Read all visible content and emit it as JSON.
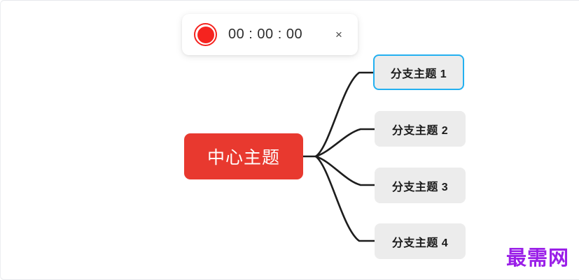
{
  "app": {
    "background_color": "#ffffff"
  },
  "recording_toolbar": {
    "record_icon": "record-circle-icon",
    "timer": "00 : 00 : 00",
    "close_label": "×",
    "close_icon": "close-icon",
    "record_color": "#f5231f",
    "panel_color": "#ffffff"
  },
  "mindmap": {
    "central": {
      "label": "中心主题",
      "color": "#e8392f",
      "text_color": "#ffffff"
    },
    "branches": [
      {
        "label": "分支主题 1",
        "selected": true,
        "color": "#ececec",
        "border_color": "#23b0f0"
      },
      {
        "label": "分支主题 2",
        "selected": false,
        "color": "#ececec",
        "border_color": "transparent"
      },
      {
        "label": "分支主题 3",
        "selected": false,
        "color": "#ececec",
        "border_color": "transparent"
      },
      {
        "label": "分支主题 4",
        "selected": false,
        "color": "#ececec",
        "border_color": "transparent"
      }
    ],
    "edge_color": "#1d1d1d"
  },
  "watermark": {
    "text": "最需网",
    "color": "#9a1fe8"
  }
}
